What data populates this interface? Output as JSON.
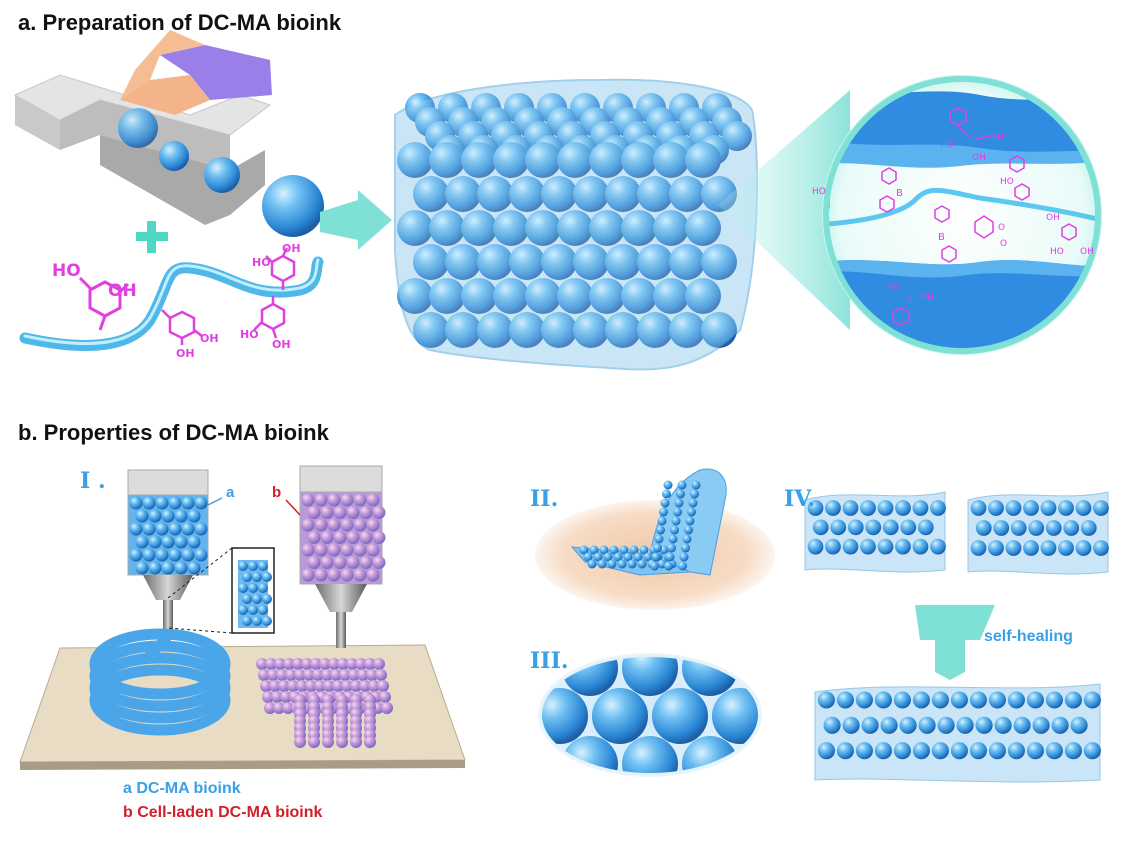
{
  "panel_a": {
    "heading": "a. Preparation of DC-MA bioink",
    "oh_labels": [
      "HO",
      "OH",
      "HO",
      "OH",
      "OH",
      "OH",
      "HO",
      "OH"
    ],
    "zoom_chem_labels": [
      "HO",
      "OH",
      "OH",
      "HO",
      "OH",
      "HO",
      "OH",
      "HO",
      "HO",
      "OH",
      "O",
      "O",
      "B",
      "B",
      "B",
      "B"
    ]
  },
  "panel_b": {
    "heading": "b. Properties of DC-MA bioink",
    "roman_1": "I .",
    "roman_2": "II.",
    "roman_3": "III.",
    "roman_4": "IV.",
    "label_a": "a",
    "label_b": "b",
    "legend_a": "a DC-MA bioink",
    "legend_b": "b Cell-laden DC-MA bioink",
    "self_healing": "self-healing"
  },
  "colors": {
    "ink_blue": "#3aa0e6",
    "cell_red": "#d0202a",
    "chem_magenta": "#e040e0",
    "arrow_teal": "#7fe0d6",
    "fiber_blue": "#5cc8f0"
  },
  "icons": {
    "plus": "plus-icon",
    "arrow": "right-arrow-icon",
    "down_arrow": "down-arrow-icon"
  }
}
